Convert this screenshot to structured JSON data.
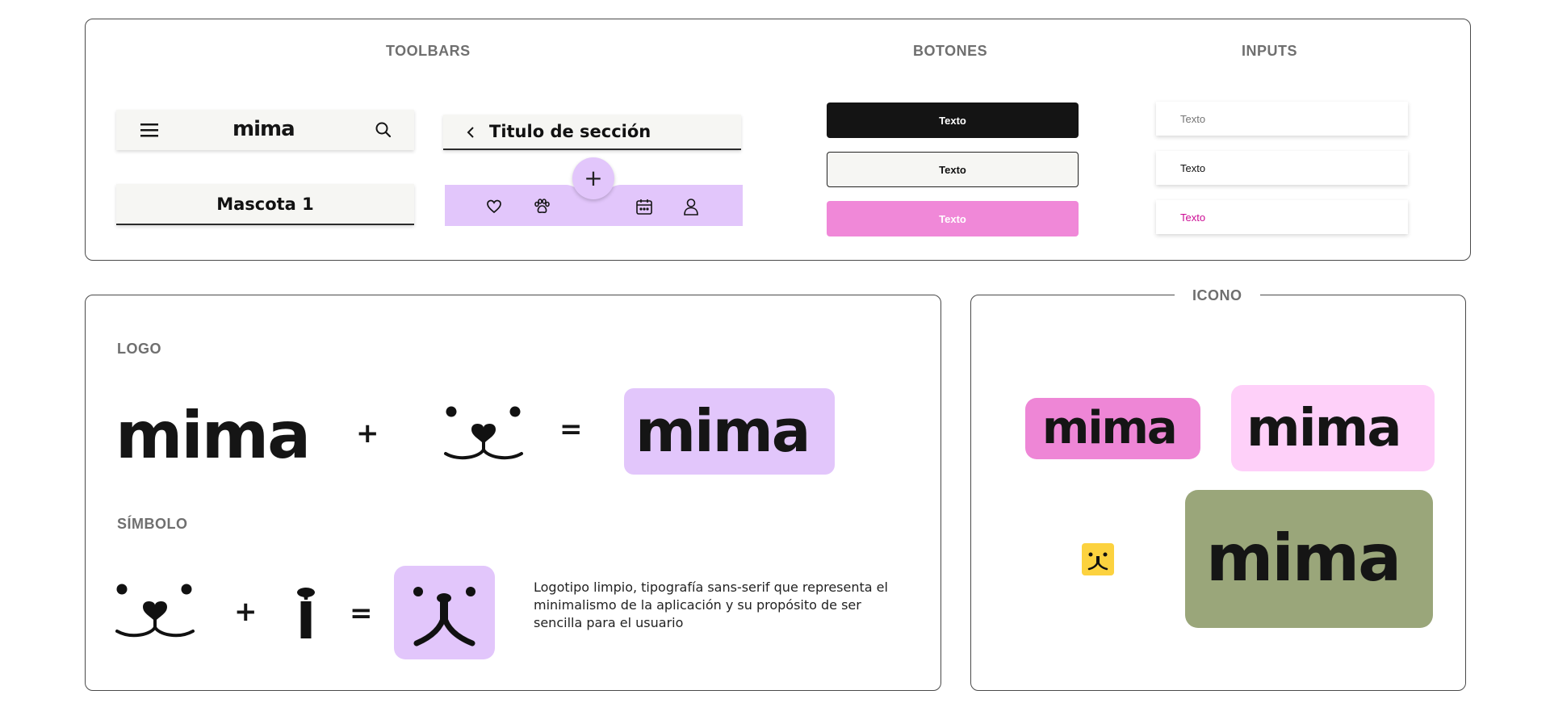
{
  "toolbars": {
    "heading": "TOOLBARS",
    "main_bar_logo": "mima",
    "section_title": "Titulo de sección",
    "pet_title": "Mascota 1",
    "fab_symbol": "+",
    "nav_icons": [
      "heart-icon",
      "paw-icon",
      "calendar-icon",
      "user-icon"
    ],
    "nav_bg": "#e2c6fb"
  },
  "buttons": {
    "heading": "BOTONES",
    "items": [
      {
        "label": "Texto",
        "style": "filled-black"
      },
      {
        "label": "Texto",
        "style": "outlined"
      },
      {
        "label": "Texto",
        "style": "filled-pink"
      }
    ]
  },
  "inputs": {
    "heading": "INPUTS",
    "items": [
      {
        "placeholder": "Texto",
        "value": ""
      },
      {
        "placeholder": "",
        "value": "Texto"
      },
      {
        "placeholder": "",
        "value": "Texto",
        "state": "focus"
      }
    ]
  },
  "logo": {
    "heading": "LOGO",
    "wordmark": "mima",
    "plus": "+",
    "equals": "=",
    "result_bg": "#e2c6fb"
  },
  "symbol": {
    "heading": "SÍMBOLO",
    "plus": "+",
    "equals": "=",
    "result_bg": "#e2c6fb",
    "description": "Logotipo limpio, tipografía sans-serif que representa el minimalismo de la aplicación y su propósito de ser sencilla para el usuario"
  },
  "icono": {
    "heading": "ICONO",
    "variants": [
      {
        "label": "mima",
        "bg": "#ee86d6"
      },
      {
        "label": "mima",
        "bg": "#fed0f9"
      },
      {
        "label": "mima",
        "bg": "#9aa67a"
      }
    ],
    "small_icon_bg": "#fcd23f"
  },
  "colors": {
    "black": "#141414",
    "pink": "#f088d8",
    "magenta": "#cc0c94",
    "lavender": "#e2c6fb",
    "olive": "#9aa67a",
    "yellow": "#fcd23f"
  }
}
